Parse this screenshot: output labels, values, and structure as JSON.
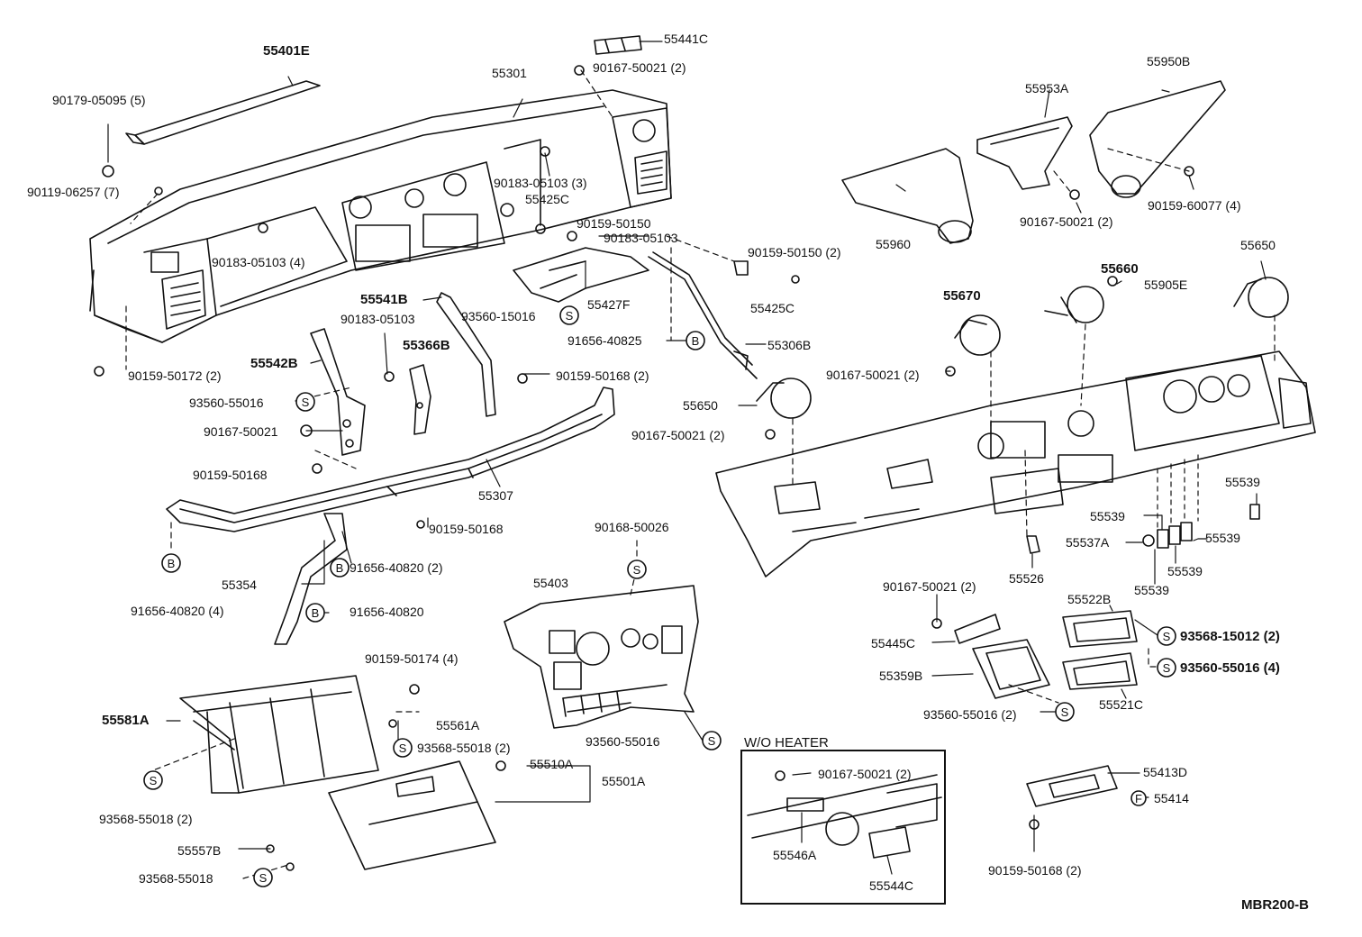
{
  "diagram_code": "MBR200-B",
  "inset_title": "W/O HEATER",
  "callout_symbols": {
    "s": "S",
    "b": "B",
    "f": "F"
  },
  "labels": [
    {
      "id": "l01",
      "text": "55401E",
      "bold": true
    },
    {
      "id": "l02",
      "text": "55441C"
    },
    {
      "id": "l03",
      "text": "90167-50021 (2)"
    },
    {
      "id": "l04",
      "text": "55301"
    },
    {
      "id": "l05",
      "text": "90179-05095 (5)"
    },
    {
      "id": "l06",
      "text": "90119-06257 (7)"
    },
    {
      "id": "l07",
      "text": "90183-05103 (3)"
    },
    {
      "id": "l08",
      "text": "55425C"
    },
    {
      "id": "l09",
      "text": "90159-50150"
    },
    {
      "id": "l10",
      "text": "90183-05103"
    },
    {
      "id": "l11",
      "text": "90183-05103 (4)"
    },
    {
      "id": "l12",
      "text": "90159-50150 (2)"
    },
    {
      "id": "l13",
      "text": "55425C"
    },
    {
      "id": "l14",
      "text": "55427F"
    },
    {
      "id": "l15",
      "text": "93560-15016"
    },
    {
      "id": "l16",
      "text": "55541B",
      "bold": true
    },
    {
      "id": "l17",
      "text": "90183-05103"
    },
    {
      "id": "l18",
      "text": "91656-40825"
    },
    {
      "id": "l19",
      "text": "55306B"
    },
    {
      "id": "l20",
      "text": "55366B",
      "bold": true
    },
    {
      "id": "l21",
      "text": "55542B",
      "bold": true
    },
    {
      "id": "l22",
      "text": "90159-50172 (2)"
    },
    {
      "id": "l23",
      "text": "90159-50168 (2)"
    },
    {
      "id": "l24",
      "text": "93560-55016"
    },
    {
      "id": "l25",
      "text": "90167-50021"
    },
    {
      "id": "l26",
      "text": "90159-50168"
    },
    {
      "id": "l27",
      "text": "55307"
    },
    {
      "id": "l28",
      "text": "90159-50168"
    },
    {
      "id": "l29",
      "text": "55354"
    },
    {
      "id": "l30",
      "text": "91656-40820 (2)"
    },
    {
      "id": "l31",
      "text": "91656-40820"
    },
    {
      "id": "l32",
      "text": "91656-40820 (4)"
    },
    {
      "id": "l33",
      "text": "90168-50026"
    },
    {
      "id": "l34",
      "text": "55403"
    },
    {
      "id": "l35",
      "text": "93560-55016"
    },
    {
      "id": "l36",
      "text": "90159-50174 (4)"
    },
    {
      "id": "l37",
      "text": "55581A",
      "bold": true
    },
    {
      "id": "l38",
      "text": "55561A"
    },
    {
      "id": "l39",
      "text": "93568-55018 (2)"
    },
    {
      "id": "l40",
      "text": "55510A"
    },
    {
      "id": "l41",
      "text": "55501A"
    },
    {
      "id": "l42",
      "text": "93568-55018 (2)"
    },
    {
      "id": "l43",
      "text": "55557B"
    },
    {
      "id": "l44",
      "text": "93568-55018"
    },
    {
      "id": "l45",
      "text": "55950B"
    },
    {
      "id": "l46",
      "text": "55953A"
    },
    {
      "id": "l47",
      "text": "90159-60077 (4)"
    },
    {
      "id": "l48",
      "text": "90167-50021 (2)"
    },
    {
      "id": "l49",
      "text": "55960"
    },
    {
      "id": "l50",
      "text": "55650"
    },
    {
      "id": "l51",
      "text": "55660",
      "bold": true
    },
    {
      "id": "l52",
      "text": "55905E"
    },
    {
      "id": "l53",
      "text": "55670",
      "bold": true
    },
    {
      "id": "l54",
      "text": "90167-50021 (2)"
    },
    {
      "id": "l55",
      "text": "55650"
    },
    {
      "id": "l56",
      "text": "90167-50021 (2)"
    },
    {
      "id": "l57",
      "text": "55539"
    },
    {
      "id": "l58",
      "text": "55539"
    },
    {
      "id": "l59",
      "text": "55537A"
    },
    {
      "id": "l60",
      "text": "55539"
    },
    {
      "id": "l61",
      "text": "55539"
    },
    {
      "id": "l62",
      "text": "55539"
    },
    {
      "id": "l63",
      "text": "55526"
    },
    {
      "id": "l64",
      "text": "90167-50021 (2)"
    },
    {
      "id": "l65",
      "text": "55522B"
    },
    {
      "id": "l66",
      "text": "55445C"
    },
    {
      "id": "l67",
      "text": "93568-15012 (2)",
      "bold": true
    },
    {
      "id": "l68",
      "text": "55359B"
    },
    {
      "id": "l69",
      "text": "93560-55016 (4)",
      "bold": true
    },
    {
      "id": "l70",
      "text": "93560-55016 (2)"
    },
    {
      "id": "l71",
      "text": "55521C"
    },
    {
      "id": "l72",
      "text": "90167-50021 (2)"
    },
    {
      "id": "l73",
      "text": "55546A"
    },
    {
      "id": "l74",
      "text": "55544C"
    },
    {
      "id": "l75",
      "text": "55413D"
    },
    {
      "id": "l76",
      "text": "55414"
    },
    {
      "id": "l77",
      "text": "90159-50168 (2)"
    }
  ]
}
